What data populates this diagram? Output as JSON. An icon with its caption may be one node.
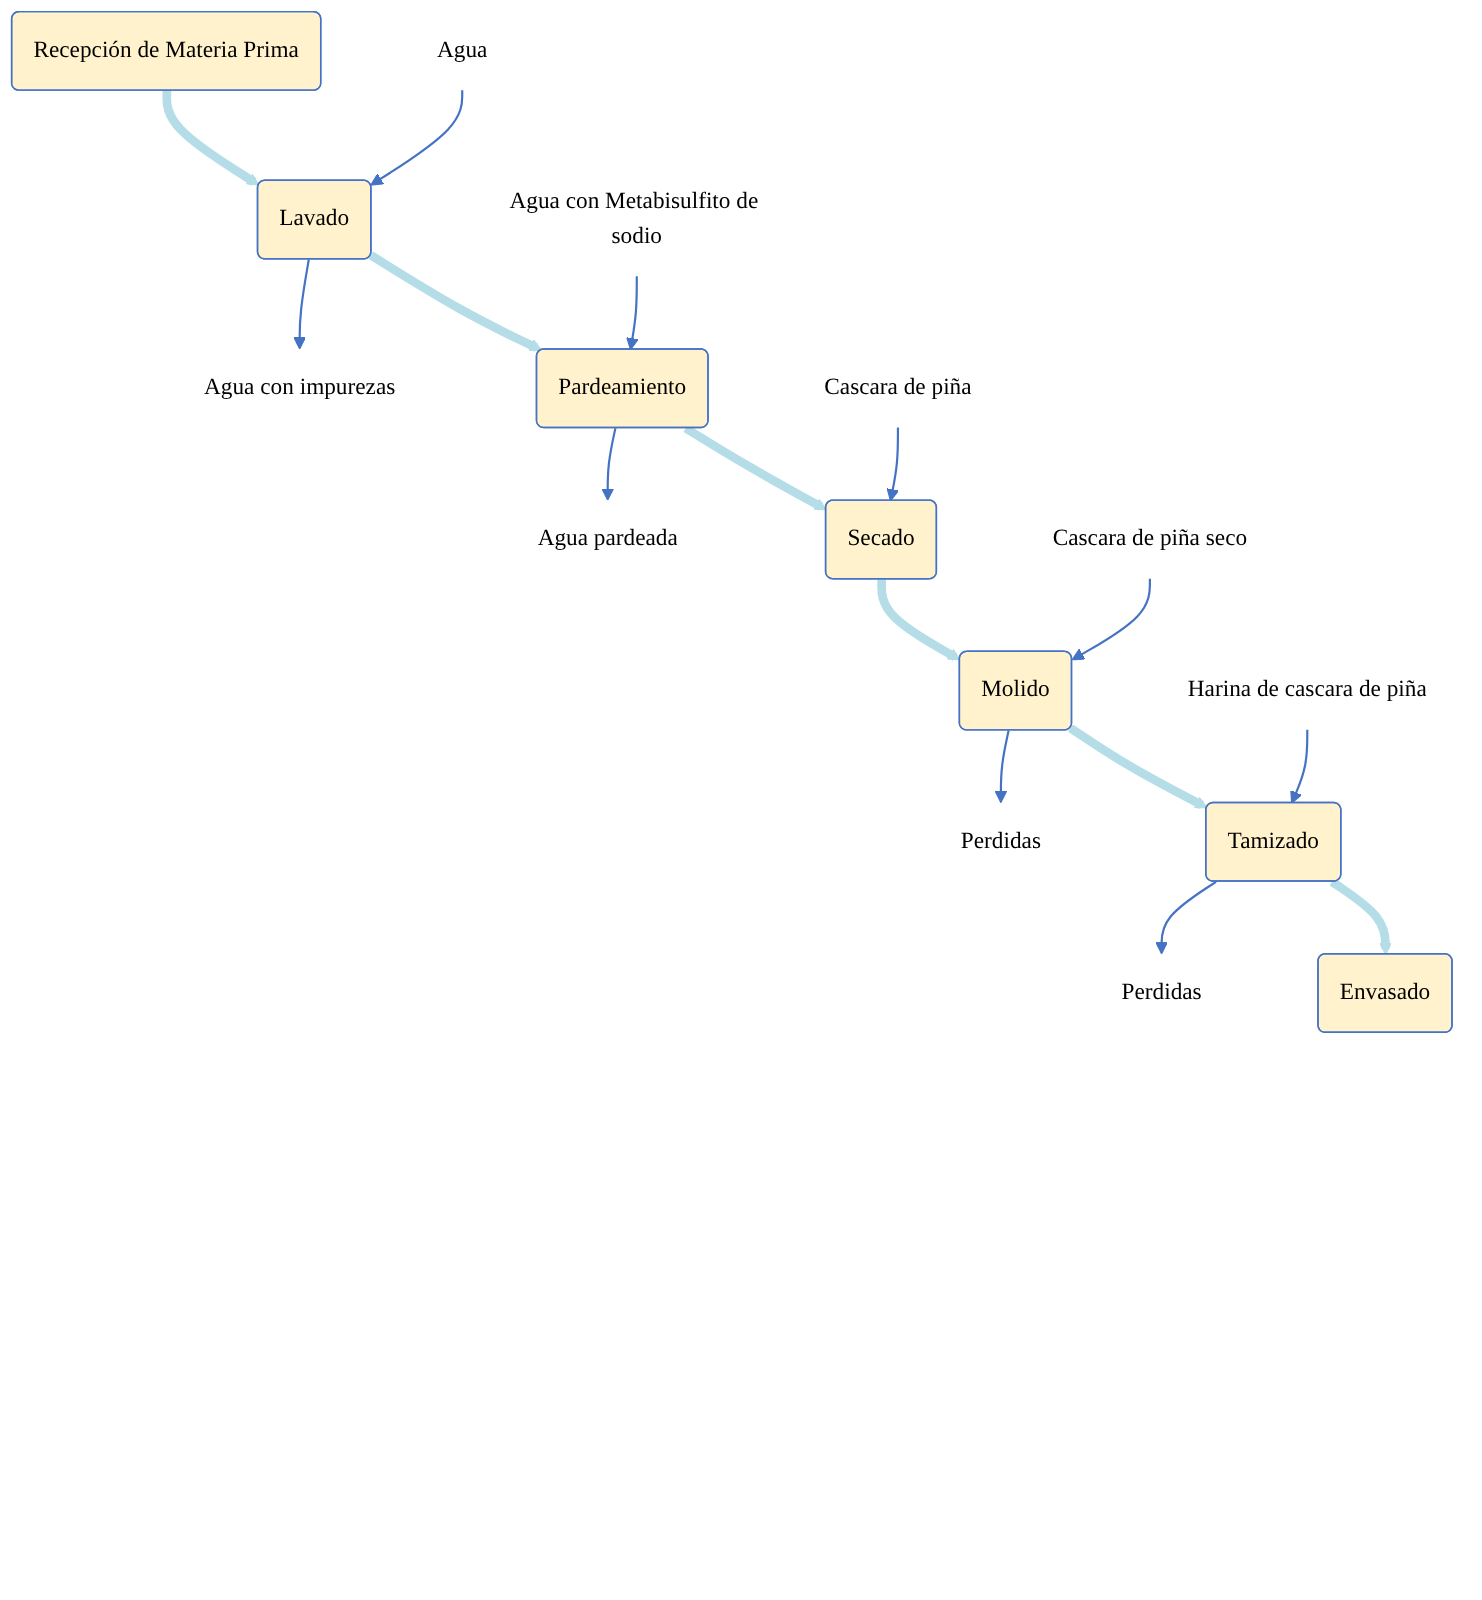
{
  "diagram": {
    "nodes": [
      {
        "text": [
          "Recepción de Materia Prima"
        ]
      },
      {
        "text": [
          "Agua"
        ]
      },
      {
        "text": [
          "Lavado"
        ]
      },
      {
        "text": [
          "Agua con impurezas"
        ]
      },
      {
        "text": [
          "Agua con Metabisulfito de sodio"
        ]
      },
      {
        "text": [
          "Pardeamiento"
        ]
      },
      {
        "text": [
          "Agua pardeada"
        ]
      },
      {
        "text": [
          "Cascara de piña"
        ]
      },
      {
        "text": [
          "Secado"
        ]
      },
      {
        "text": [
          "Cascara de piña seco"
        ]
      },
      {
        "text": [
          "Molido"
        ]
      },
      {
        "text": [
          "Perdidas"
        ]
      },
      {
        "text": [
          "Harina de cascara de piña"
        ]
      },
      {
        "text": [
          "Tamizado"
        ]
      },
      {
        "text": [
          "Perdidas"
        ]
      },
      {
        "text": [
          "Envasado"
        ]
      }
    ],
    "edges": [
      {
        "from": 0,
        "to": 2,
        "arrow": "to",
        "style": "thick",
        "color": "#b4dde8"
      },
      {
        "from": 1,
        "to": 2,
        "arrow": "to"
      },
      {
        "from": 2,
        "to": 3,
        "arrow": "to"
      },
      {
        "from": 2,
        "to": 5,
        "arrow": "to",
        "style": "thick",
        "color": "#b4dde8"
      },
      {
        "from": 4,
        "to": 5,
        "arrow": "to"
      },
      {
        "from": 5,
        "to": 6,
        "arrow": "to"
      },
      {
        "from": 5,
        "to": 8,
        "arrow": "to",
        "style": "thick",
        "color": "#b4dde8"
      },
      {
        "from": 7,
        "to": 8,
        "arrow": "to"
      },
      {
        "from": 8,
        "to": 10,
        "arrow": "to",
        "style": "thick",
        "color": "#b4dde8"
      },
      {
        "from": 9,
        "to": 10,
        "arrow": "to"
      },
      {
        "from": 10,
        "to": 11,
        "arrow": "to"
      },
      {
        "from": 10,
        "to": 13,
        "arrow": "to",
        "style": "thick",
        "color": "#b4dde8"
      },
      {
        "from": 12,
        "to": 13,
        "arrow": "to"
      },
      {
        "from": 13,
        "to": 14,
        "arrow": "to"
      },
      {
        "from": 13,
        "to": 15,
        "arrow": "to",
        "style": "thick",
        "color": "#b4dde8"
      }
    ]
  }
}
